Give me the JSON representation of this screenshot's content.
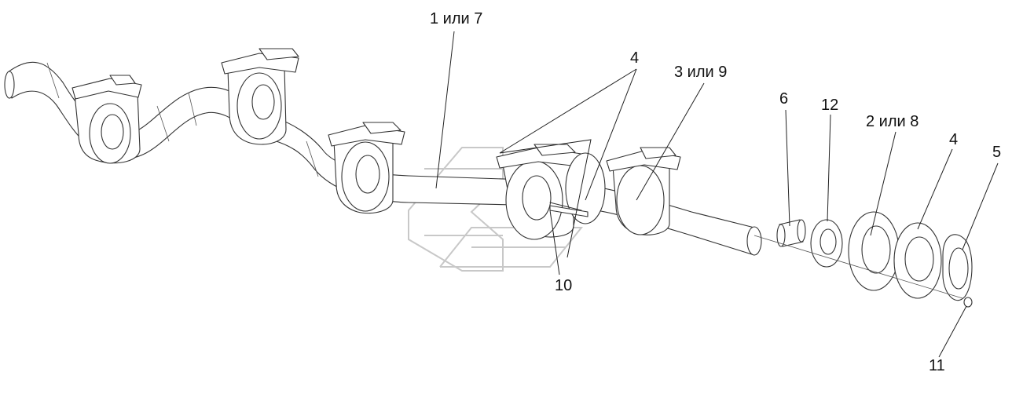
{
  "callouts": {
    "c1": "1 или 7",
    "c4a": "4",
    "c3": "3 или 9",
    "c6": "6",
    "c12": "12",
    "c2": "2 или 8",
    "c4b": "4",
    "c5": "5",
    "c10": "10",
    "c11": "11"
  },
  "colors": {
    "line": "#333333",
    "watermark": "#c8c8c8"
  }
}
